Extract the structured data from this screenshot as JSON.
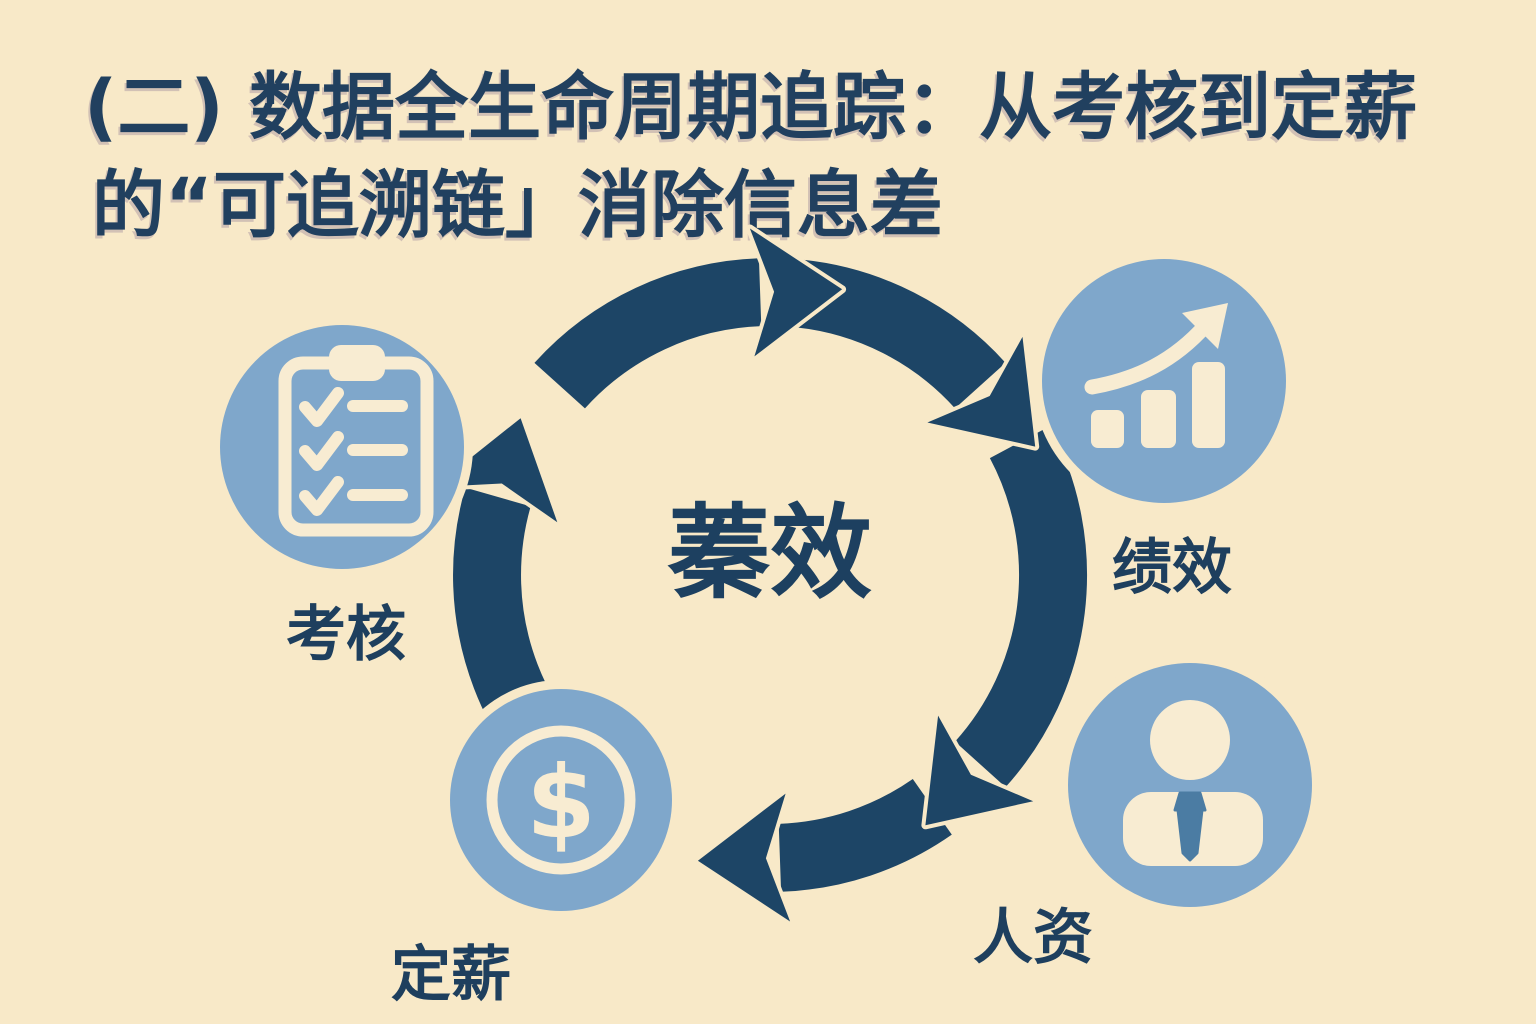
{
  "title": {
    "line1": "(二) 数据全生命周期追踪：从考核到定薪",
    "line2": "的“可追溯链」消除信息差"
  },
  "cycle": {
    "center_label": "蓁效",
    "direction": "clockwise",
    "segment_count": 5
  },
  "nodes": [
    {
      "id": "assessment",
      "label": "考核",
      "icon": "clipboard-checklist-icon",
      "position": "top-left"
    },
    {
      "id": "performance",
      "label": "绩效",
      "icon": "rising-bar-chart-icon",
      "position": "top-right"
    },
    {
      "id": "salary",
      "label": "定薪",
      "icon": "dollar-coin-icon",
      "symbol": "$",
      "position": "bottom-left"
    },
    {
      "id": "hr",
      "label": "人资",
      "icon": "person-tie-icon",
      "position": "bottom-right"
    }
  ],
  "colors": {
    "background": "#f8e9c8",
    "arrow_navy": "#1d4566",
    "text_navy": "#21405f",
    "node_light_blue": "#7fa7cb",
    "icon_cream": "#f8ecd2",
    "tie_blue": "#4b7ca3"
  }
}
